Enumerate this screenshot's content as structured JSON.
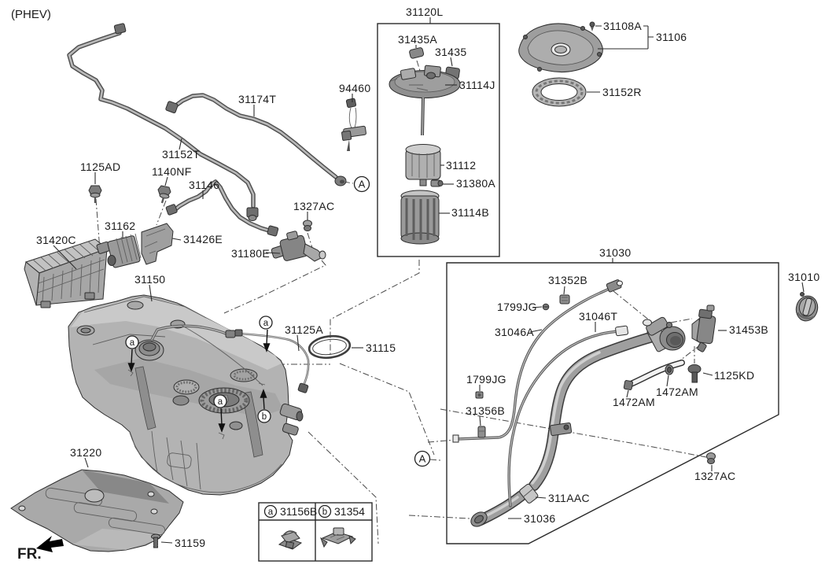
{
  "variant_label": "(PHEV)",
  "fr_label": "FR.",
  "boxes": {
    "pump_module_label": "31120L",
    "filler_assembly_label": "31030"
  },
  "markers": {
    "A": "A",
    "a": "a",
    "b": "b"
  },
  "legend": {
    "items": [
      {
        "symbol": "a",
        "code": "31156B"
      },
      {
        "symbol": "b",
        "code": "31354"
      }
    ]
  },
  "callouts": [
    {
      "code": "31174T"
    },
    {
      "code": "94460"
    },
    {
      "code": "31152T"
    },
    {
      "code": "1125AD"
    },
    {
      "code": "1140NF"
    },
    {
      "code": "31146"
    },
    {
      "code": "1327AC"
    },
    {
      "code": "31162"
    },
    {
      "code": "31426E"
    },
    {
      "code": "31420C"
    },
    {
      "code": "31180E"
    },
    {
      "code": "31150"
    },
    {
      "code": "31125A"
    },
    {
      "code": "31115"
    },
    {
      "code": "31435A"
    },
    {
      "code": "31435"
    },
    {
      "code": "31114J"
    },
    {
      "code": "31112"
    },
    {
      "code": "31380A"
    },
    {
      "code": "31114B"
    },
    {
      "code": "31108A"
    },
    {
      "code": "31106"
    },
    {
      "code": "31152R"
    },
    {
      "code": "31352B"
    },
    {
      "code": "1799JG"
    },
    {
      "code": "31046T"
    },
    {
      "code": "31046A"
    },
    {
      "code": "31010"
    },
    {
      "code": "31453B"
    },
    {
      "code": "1799JG"
    },
    {
      "code": "1125KD"
    },
    {
      "code": "31356B"
    },
    {
      "code": "1472AM"
    },
    {
      "code": "1472AM"
    },
    {
      "code": "311AAC"
    },
    {
      "code": "31036"
    },
    {
      "code": "1327AC"
    },
    {
      "code": "31220"
    },
    {
      "code": "31159"
    }
  ]
}
